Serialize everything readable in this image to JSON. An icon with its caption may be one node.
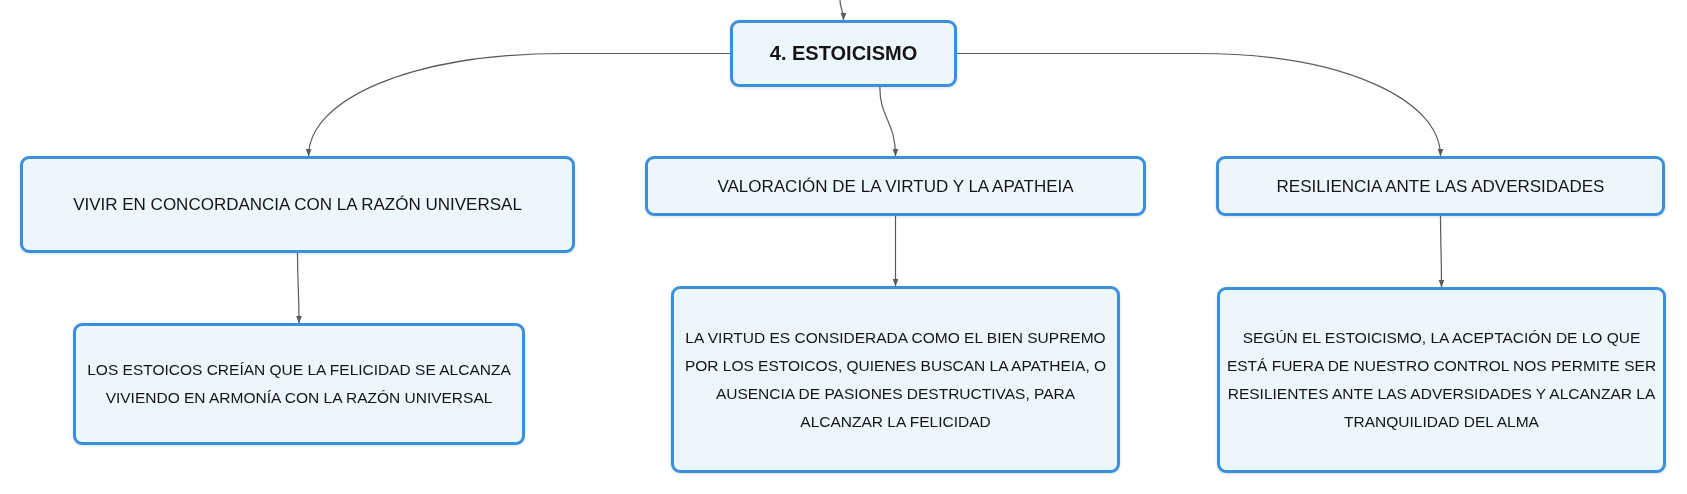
{
  "diagram": {
    "nodes": [
      {
        "text": [
          "4. ESTOICISMO"
        ]
      },
      {
        "text": [
          "VIVIR EN CONCORDANCIA CON LA RAZÓN UNIVERSAL"
        ]
      },
      {
        "text": [
          "VALORACIÓN DE LA VIRTUD Y LA APATHEIA"
        ]
      },
      {
        "text": [
          "RESILIENCIA ANTE LAS ADVERSIDADES"
        ]
      },
      {
        "text": [
          "LOS ESTOICOS CREÍAN QUE LA FELICIDAD SE ALCANZA VIVIENDO EN ARMONÍA CON LA RAZÓN UNIVERSAL"
        ]
      },
      {
        "text": [
          "LA VIRTUD ES CONSIDERADA COMO EL BIEN SUPREMO POR LOS ESTOICOS, QUIENES BUSCAN LA APATHEIA, O AUSENCIA DE PASIONES DESTRUCTIVAS, PARA ALCANZAR LA FELICIDAD"
        ]
      },
      {
        "text": [
          "SEGÚN EL ESTOICISMO, LA ACEPTACIÓN DE LO QUE ESTÁ FUERA DE NUESTRO CONTROL NOS PERMITE SER RESILIENTES ANTE LAS ADVERSIDADES Y ALCANZAR LA TRANQUILIDAD DEL ALMA"
        ]
      }
    ],
    "edges": [
      {
        "from": null,
        "to": 0,
        "arrow": "to"
      },
      {
        "from": 0,
        "to": 1,
        "arrow": "to"
      },
      {
        "from": 0,
        "to": 2,
        "arrow": "to"
      },
      {
        "from": 0,
        "to": 3,
        "arrow": "to"
      },
      {
        "from": 1,
        "to": 4,
        "arrow": "to"
      },
      {
        "from": 2,
        "to": 5,
        "arrow": "to"
      },
      {
        "from": 3,
        "to": 6,
        "arrow": "to"
      }
    ]
  }
}
